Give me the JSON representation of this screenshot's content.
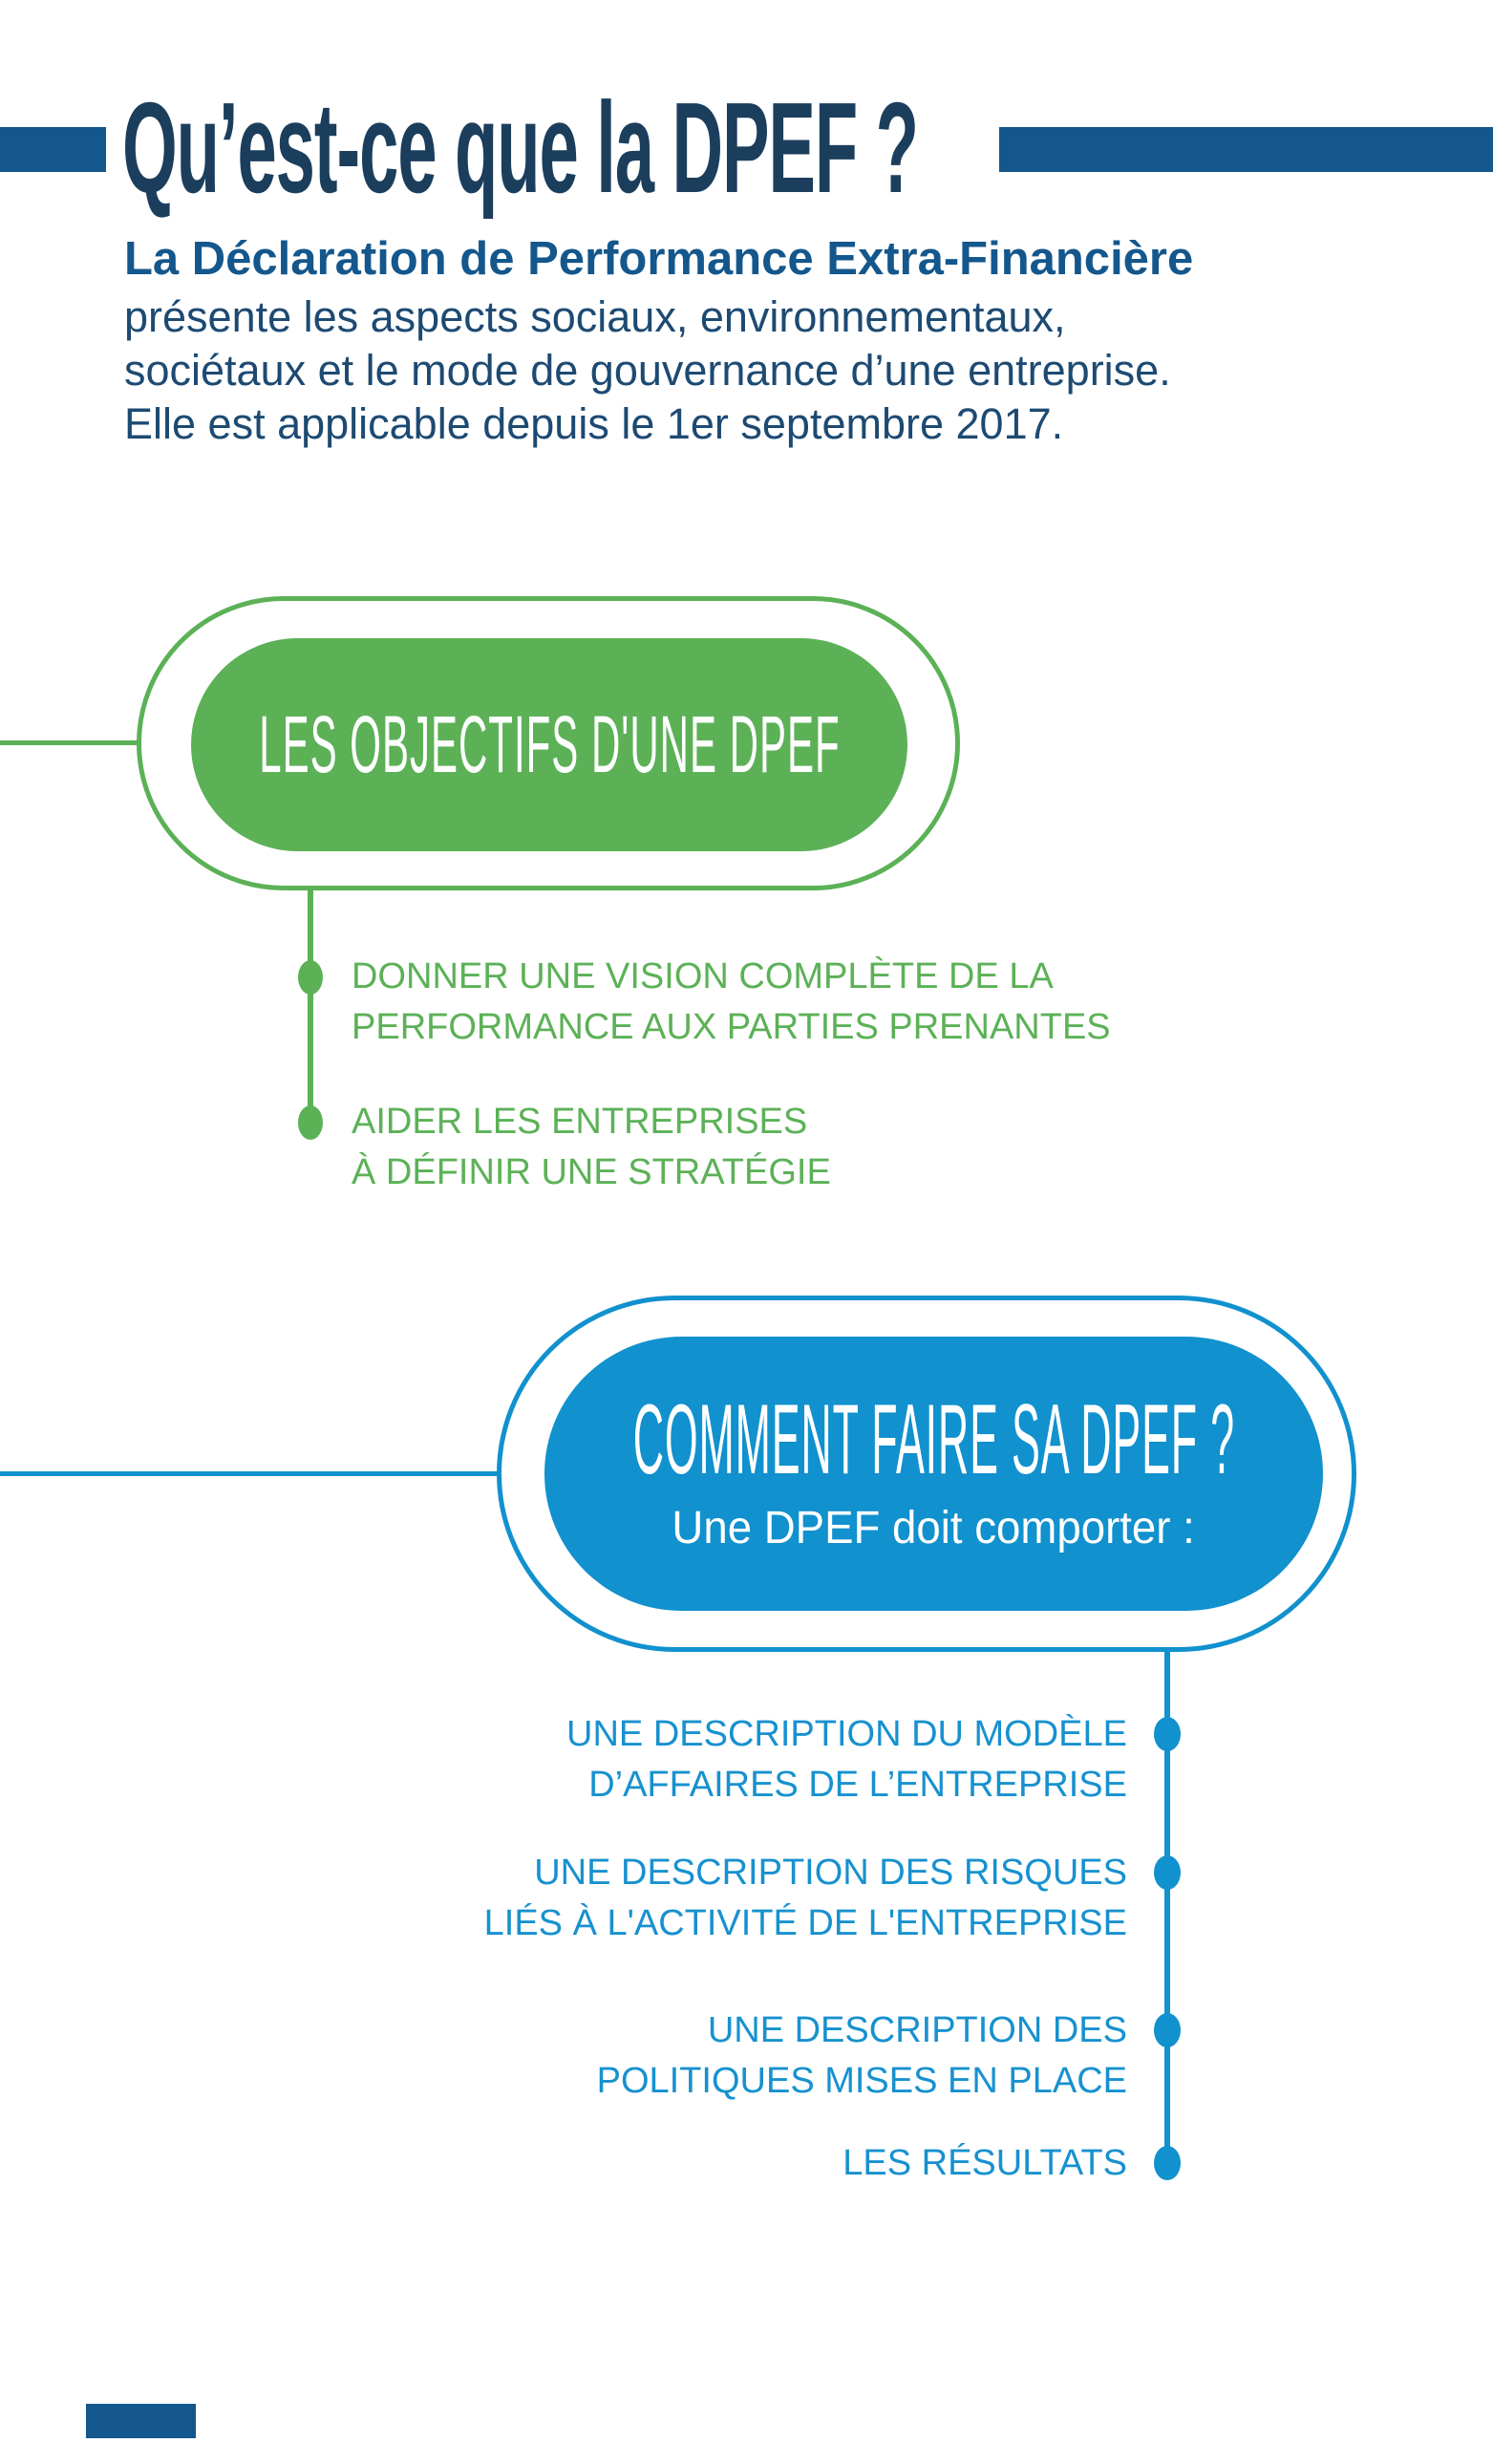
{
  "header": {
    "title": "Qu’est-ce que la DPEF ?"
  },
  "intro": {
    "lead": "La Déclaration de Performance Extra-Financière",
    "line2": "présente les aspects sociaux, environnementaux,",
    "line3": "sociétaux et le mode de gouvernance d’une entreprise.",
    "line4": "Elle est applicable depuis le 1er septembre 2017."
  },
  "objectives": {
    "heading": "LES OBJECTIFS D'UNE DPEF",
    "bullets": [
      {
        "line1": "DONNER UNE VISION COMPLÈTE DE LA",
        "line2": "PERFORMANCE AUX PARTIES PRENANTES"
      },
      {
        "line1": "AIDER LES ENTREPRISES",
        "line2": "À DÉFINIR UNE STRATÉGIE"
      }
    ]
  },
  "how": {
    "heading": "COMMENT FAIRE SA DPEF ?",
    "subheading": "Une DPEF doit comporter :",
    "bullets": [
      {
        "line1": "UNE DESCRIPTION DU MODÈLE",
        "line2": "D’AFFAIRES DE L’ENTREPRISE"
      },
      {
        "line1": "UNE DESCRIPTION DES RISQUES",
        "line2": "LIÉS À L'ACTIVITÉ DE L'ENTREPRISE"
      },
      {
        "line1": "UNE DESCRIPTION DES",
        "line2": "POLITIQUES MISES EN PLACE"
      },
      {
        "line1": "LES RÉSULTATS"
      }
    ]
  },
  "colors": {
    "navy_title": "#1c3e5d",
    "bar_blue": "#14578c",
    "body_blue": "#1d4a72",
    "green": "#5cb157",
    "blue": "#1191ce"
  }
}
